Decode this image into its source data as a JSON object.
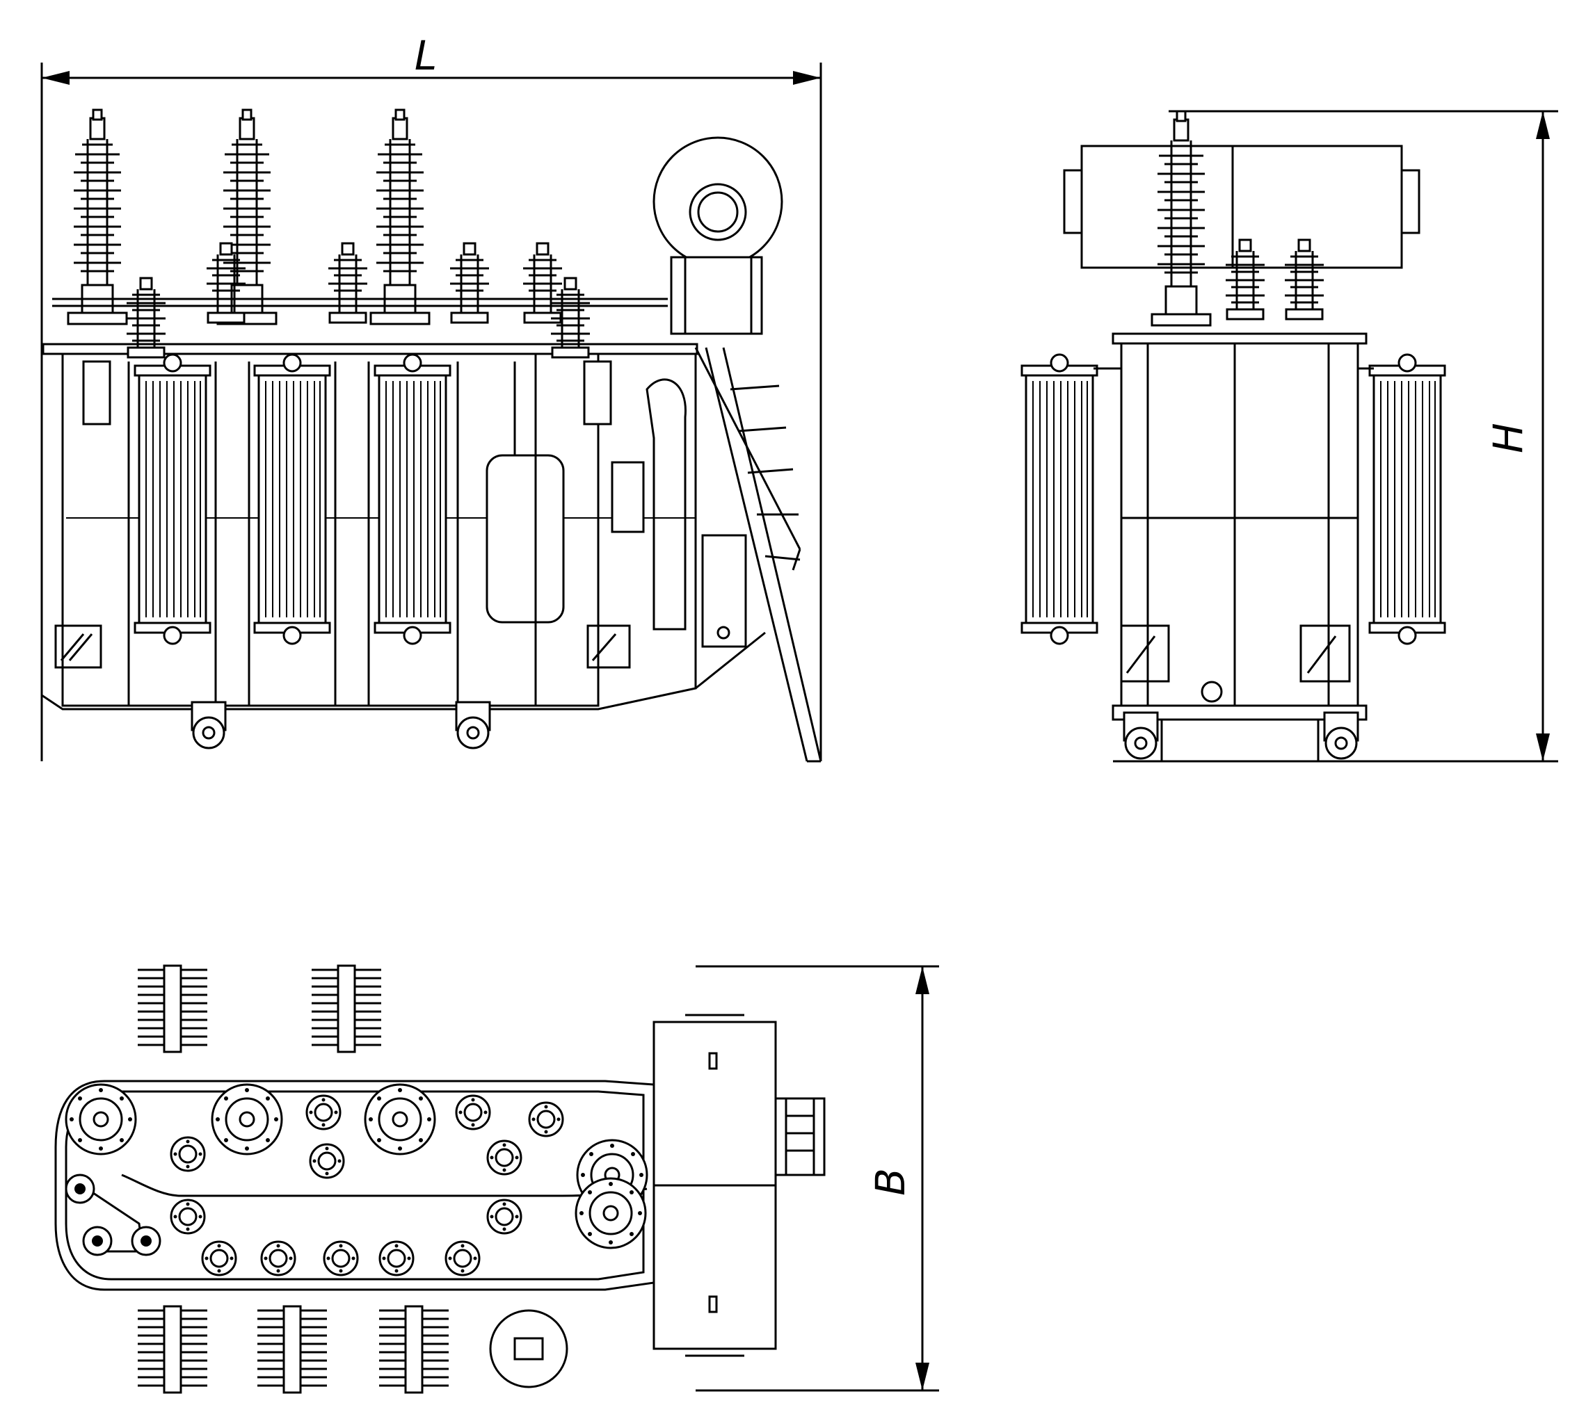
{
  "drawing": {
    "views": [
      "side-view",
      "end-view",
      "top-view"
    ],
    "dimensions": {
      "length": "L",
      "height": "H",
      "width": "B"
    },
    "line_color": "#000000",
    "background_color": "#ffffff"
  }
}
